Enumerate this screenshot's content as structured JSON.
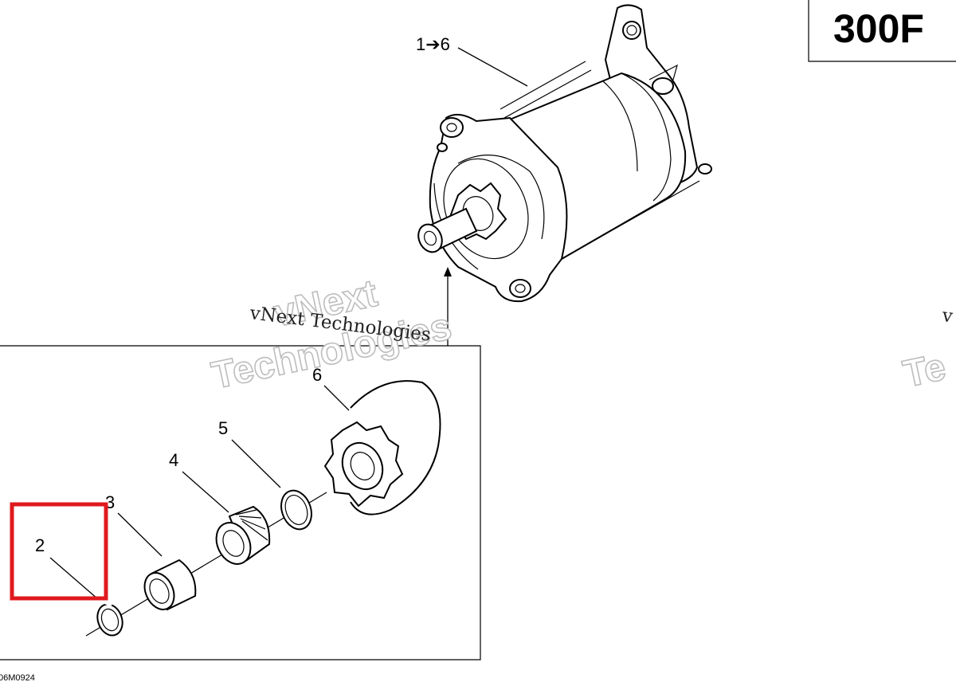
{
  "model": "300F",
  "drawing_code": "06M0924",
  "watermark": {
    "brand_line": "vNext Technologies",
    "word1": "vNext",
    "word2": "Technologies",
    "partial_right_line": "v",
    "partial_right_word": "Te"
  },
  "callouts": {
    "assembly": "1➔6",
    "p2": "2",
    "p3": "3",
    "p4": "4",
    "p5": "5",
    "p6": "6"
  },
  "highlight": {
    "target": "2",
    "color": "#e0191e"
  }
}
